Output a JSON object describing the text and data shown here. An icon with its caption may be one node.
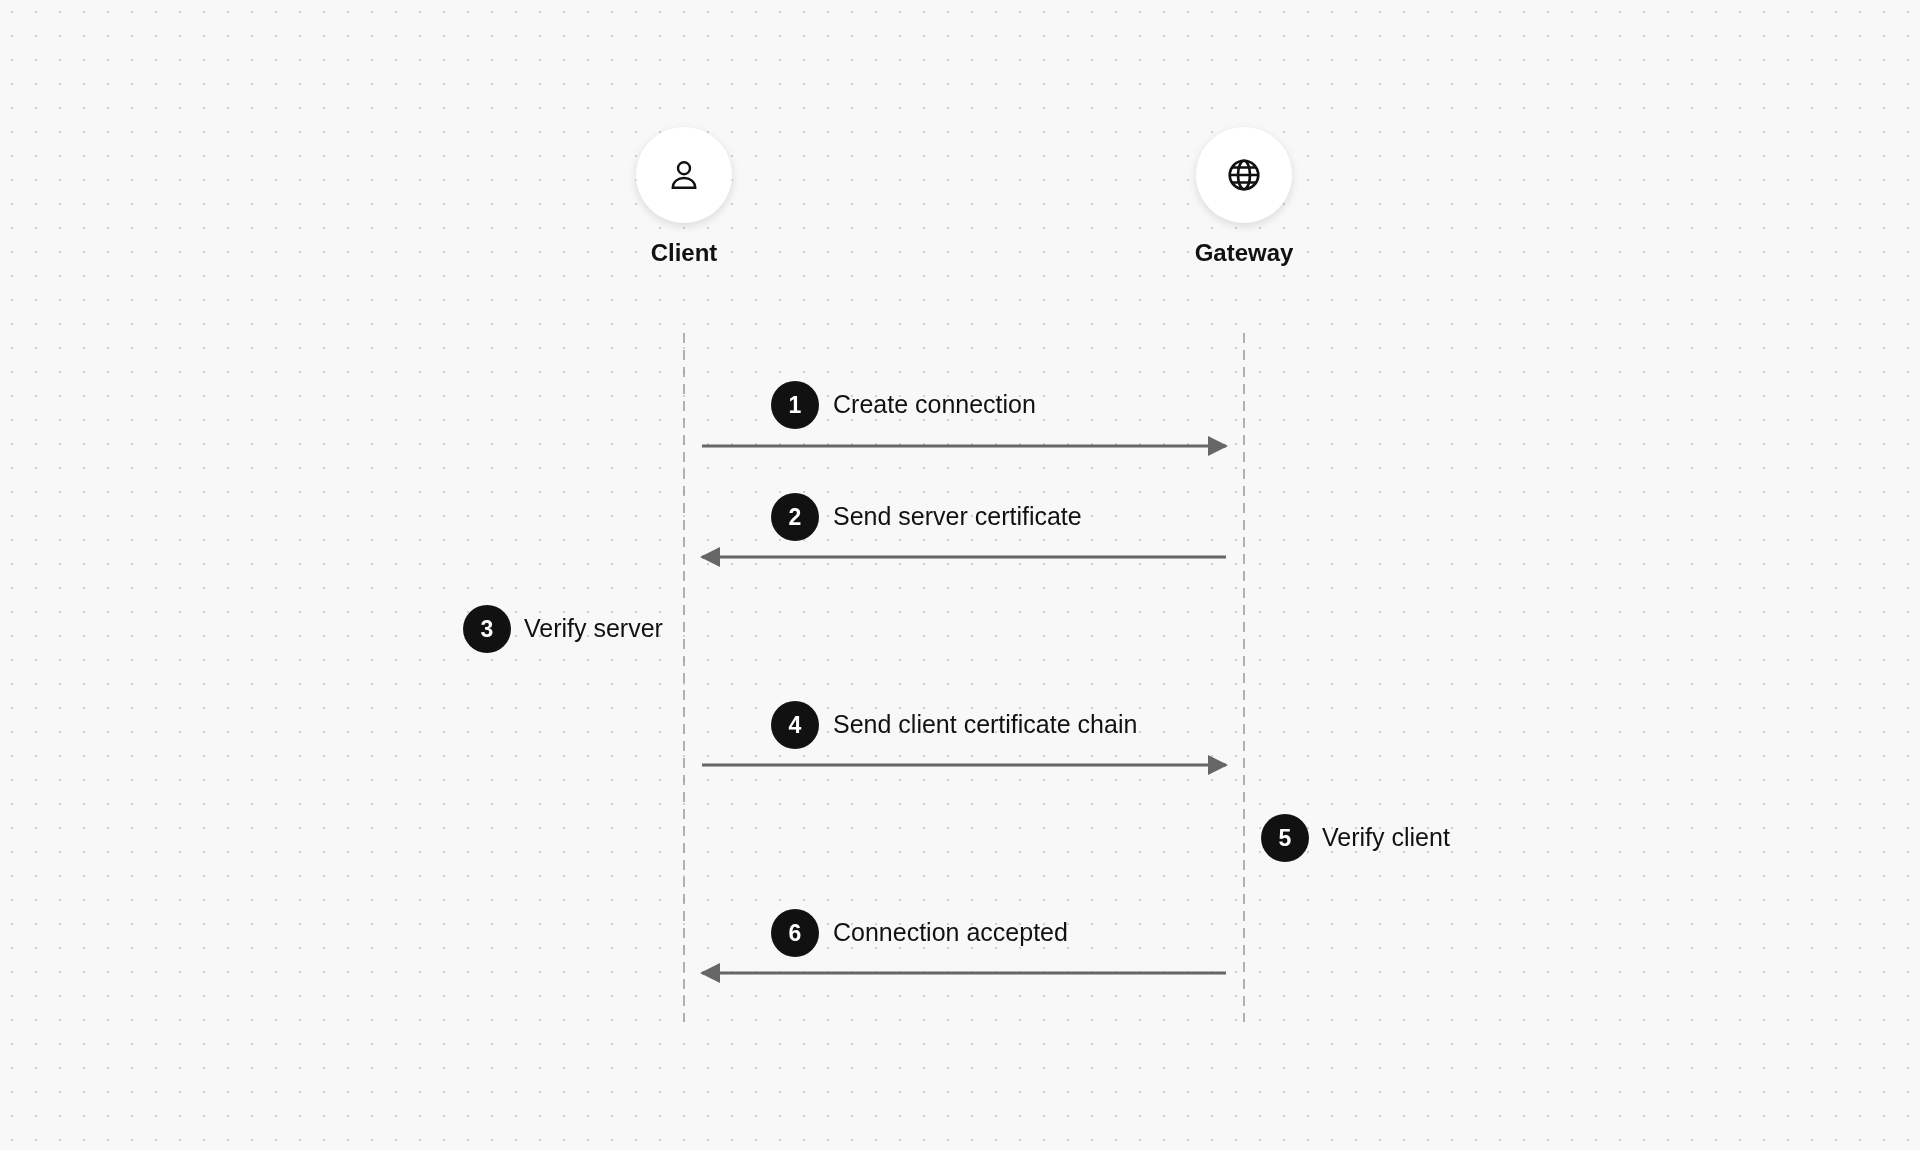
{
  "diagram": {
    "nodes": [
      {
        "text": [
          "Client"
        ]
      },
      {
        "text": [
          "Gateway"
        ]
      }
    ],
    "edges": [
      {
        "from": 0,
        "to": 1,
        "arrow": "to",
        "label": "Create connection"
      },
      {
        "from": 1,
        "to": 0,
        "arrow": "to",
        "label": "Send server certificate"
      },
      {
        "from": 0,
        "to": 1,
        "arrow": "to",
        "label": "Send client certificate chain"
      },
      {
        "from": 1,
        "to": 0,
        "arrow": "to",
        "label": "Connection accepted"
      }
    ],
    "labels": [
      "1",
      "2",
      "3",
      "Verify server",
      "4",
      "5",
      "Verify client",
      "6"
    ]
  }
}
